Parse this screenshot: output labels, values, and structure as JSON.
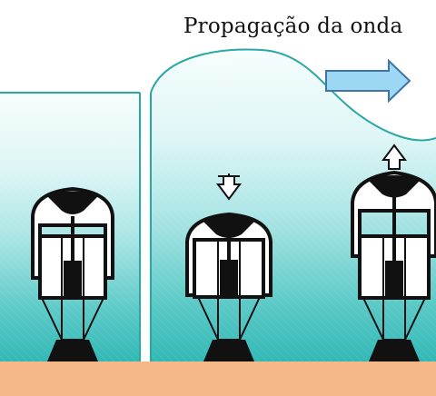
{
  "title": "Propagação da onda",
  "colors": {
    "water_top": "#f6fdfd",
    "water_mid": "#a8e4e4",
    "water_bottom": "#32b8b6",
    "water_outline": "#2aa8a4",
    "seabed": "#f6b887",
    "device_outline": "#111111",
    "device_fill": "#ffffff",
    "arrow_fill": "#9ed7f4",
    "arrow_outline": "#3d76a5"
  },
  "icons": {
    "wave_direction": "right-arrow",
    "buoy_down": "down-arrow",
    "buoy_up": "up-arrow"
  }
}
